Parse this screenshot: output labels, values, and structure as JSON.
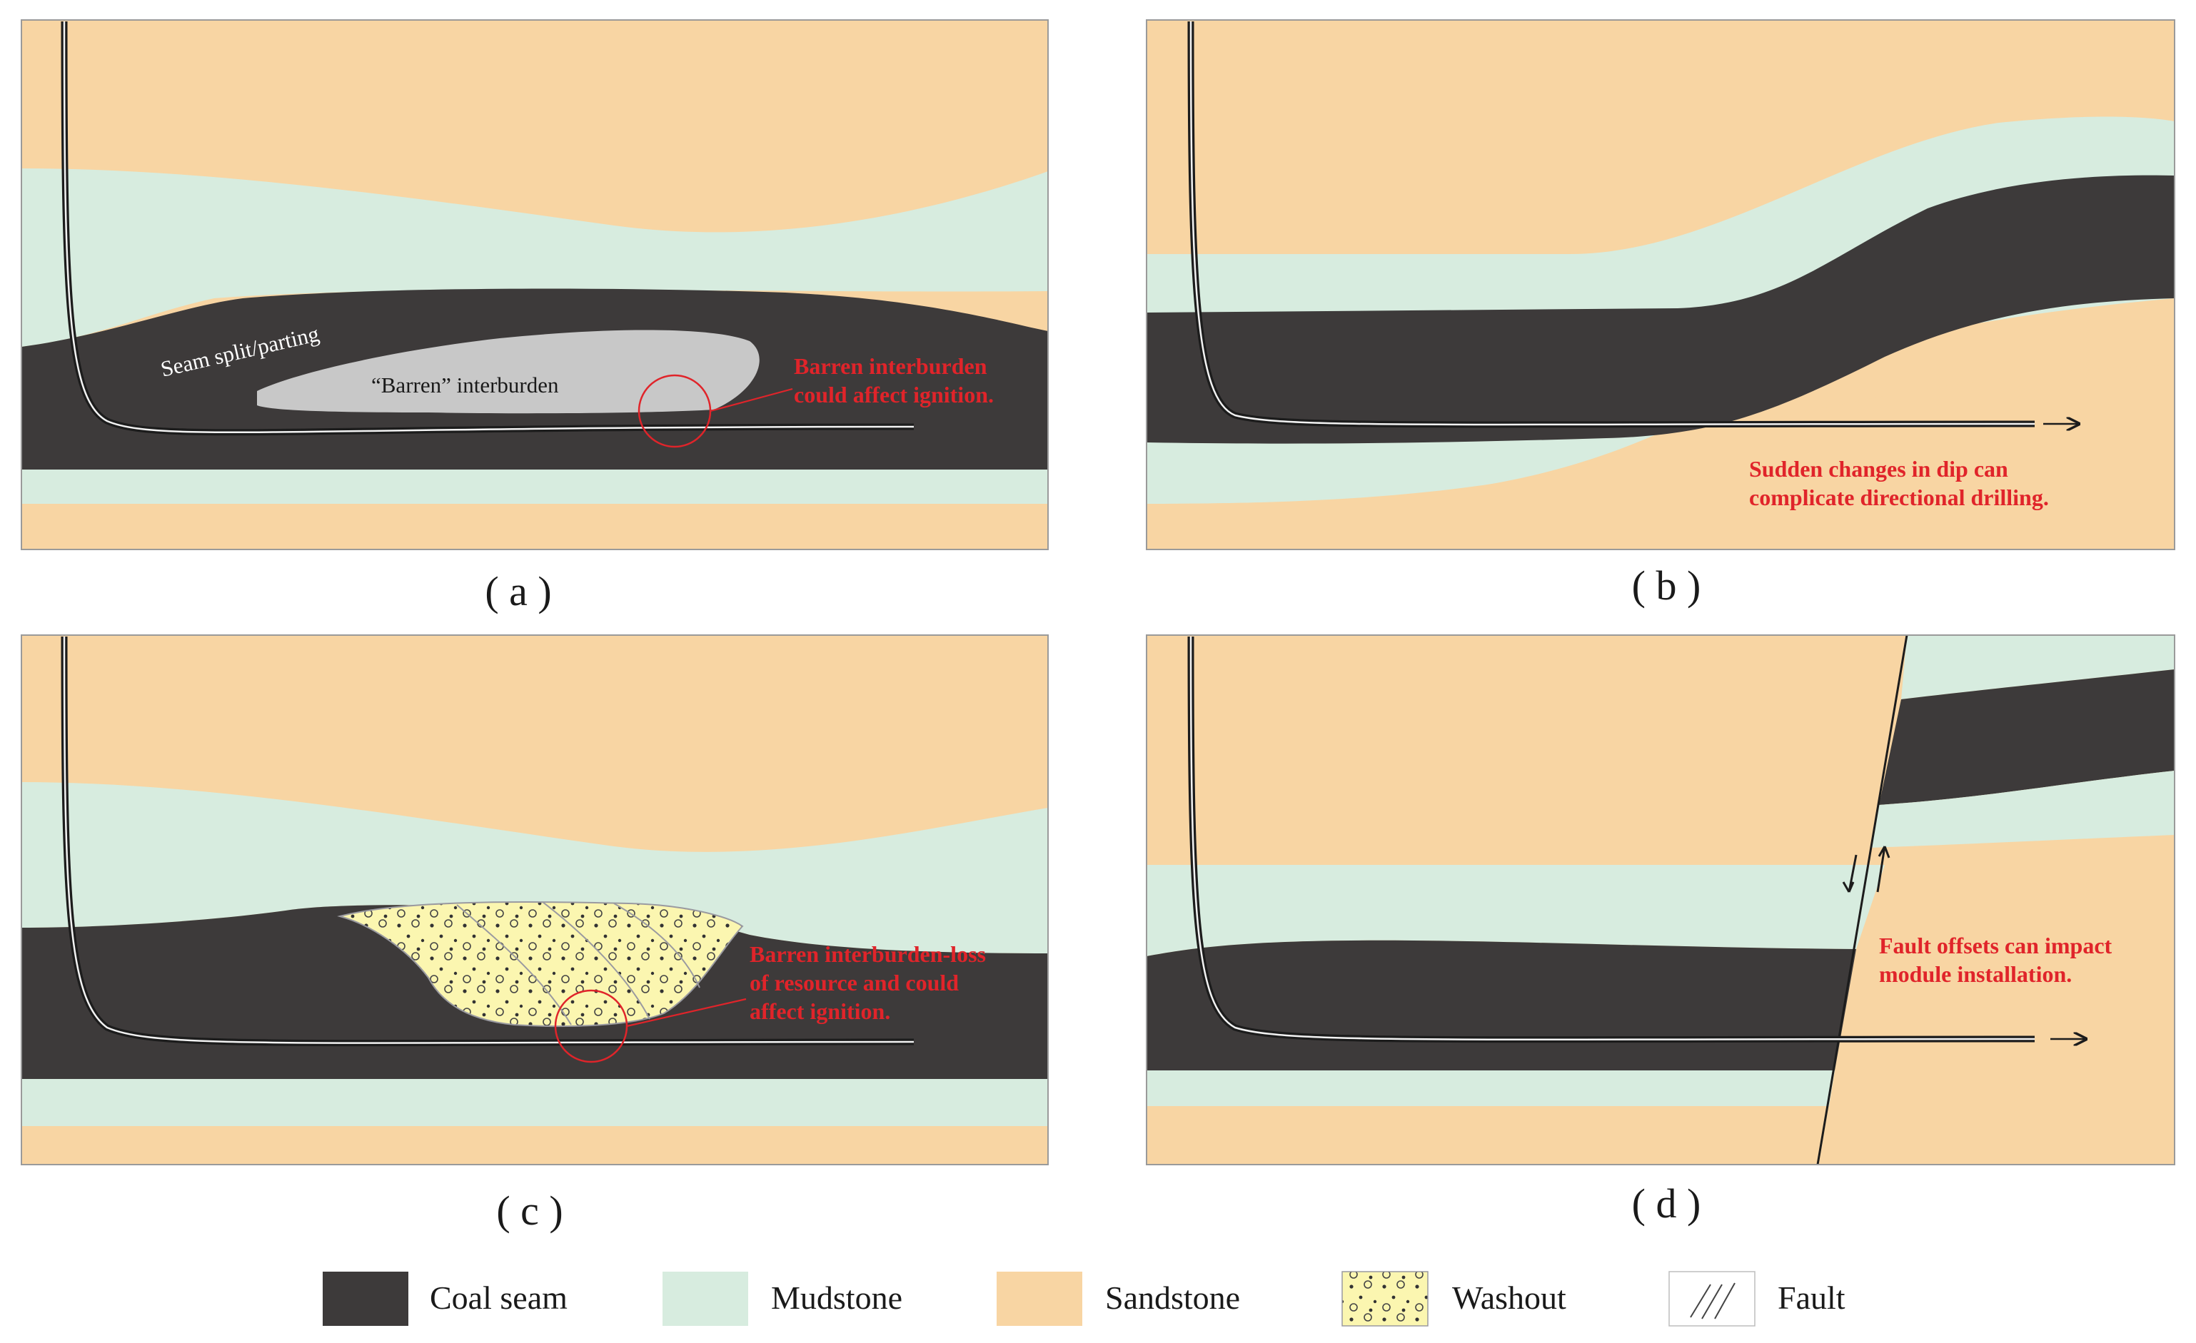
{
  "colors": {
    "sandstone": "#f8d5a3",
    "mudstone": "#d7ecdf",
    "coal": "#3d3a3a",
    "interburden": "#c8c8c8",
    "washout": "#fbf6b0",
    "annotation": "#e0242a",
    "well": "#1c1c1c"
  },
  "panels": {
    "a": {
      "caption": "( a )",
      "label_split": "Seam split/parting",
      "label_interburden": "“Barren” interburden",
      "note_line1": "Barren interburden",
      "note_line2": "could affect ignition."
    },
    "b": {
      "caption": "( b )",
      "note_line1": "Sudden changes in dip can",
      "note_line2": "complicate directional drilling."
    },
    "c": {
      "caption": "( c )",
      "note_line1": "Barren interburden-loss",
      "note_line2": "of resource and could",
      "note_line3": "affect ignition."
    },
    "d": {
      "caption": "( d )",
      "note_line1": "Fault offsets can impact",
      "note_line2": "module installation."
    }
  },
  "legend": {
    "coal": "Coal seam",
    "mudstone": "Mudstone",
    "sandstone": "Sandstone",
    "washout": "Washout",
    "fault": "Fault"
  }
}
